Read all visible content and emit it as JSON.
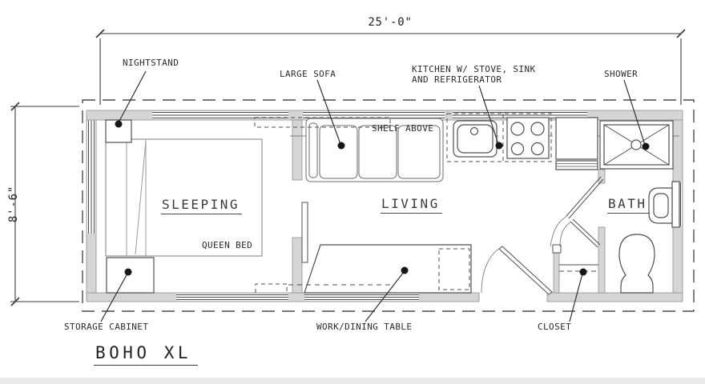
{
  "plan": {
    "title": "BOHO XL",
    "dimensions": {
      "width_label": "25'-0\"",
      "height_label": "8'-6\""
    },
    "rooms": {
      "sleeping": "SLEEPING",
      "living": "LIVING",
      "bath": "BATH"
    },
    "labels": {
      "nightstand": "NIGHTSTAND",
      "large_sofa": "LARGE SOFA",
      "kitchen_line1": "KITCHEN W/ STOVE, SINK",
      "kitchen_line2": "AND REFRIGERATOR",
      "shower": "SHOWER",
      "shelf_above": "SHELF ABOVE",
      "queen_bed": "QUEEN BED",
      "storage_cabinet": "STORAGE CABINET",
      "work_dining_table": "WORK/DINING TABLE",
      "closet": "CLOSET"
    },
    "colors": {
      "wall_fill": "#d5d5d5",
      "line": "#4a4a4a",
      "text": "#2e2e2e",
      "background": "#ffffff"
    }
  }
}
